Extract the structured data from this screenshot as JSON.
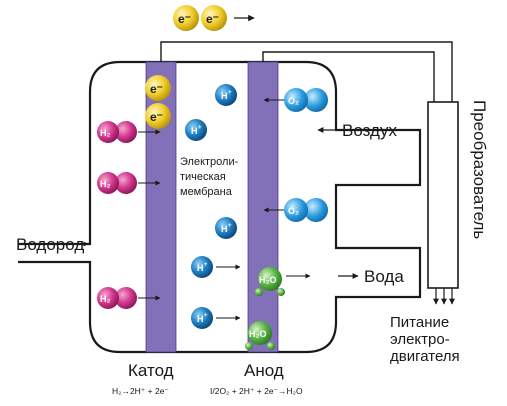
{
  "labels": {
    "hydrogen": "Водород",
    "air": "Воздух",
    "water": "Вода",
    "converter": "Преобразователь",
    "power_line1": "Питание",
    "power_line2": "электро-",
    "power_line3": "двигателя",
    "membrane_line1": "Электроли-",
    "membrane_line2": "тическая",
    "membrane_line3": "мембрана",
    "cathode": "Катод",
    "anode": "Анод",
    "cathode_formula": "H₂→2H⁺ + 2e⁻",
    "anode_formula": "I/2O₂ + 2H⁺ + 2e⁻→H₂O"
  },
  "particles": {
    "h2": "H₂",
    "h_plus": "H",
    "plus": "+",
    "o2": "O₂",
    "h2o": "H₂O",
    "electron": "e⁻"
  },
  "colors": {
    "membrane": "#8271b8",
    "h2_magenta": "#d2378f",
    "h_plus_blue": "#1f7fc2",
    "o2_blue": "#2b8fd6",
    "water_green": "#5cb548",
    "electron_yellow": "#f2cf2c"
  }
}
